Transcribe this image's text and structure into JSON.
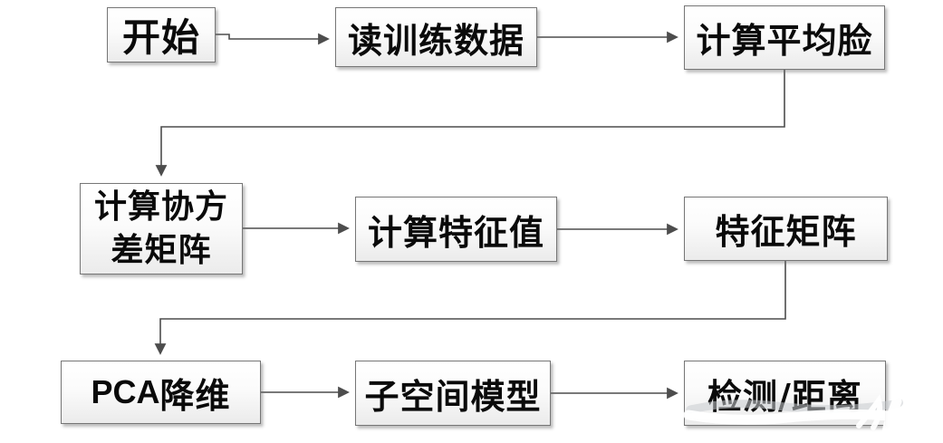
{
  "diagram": {
    "type": "flowchart",
    "language": "zh-CN",
    "topic": "PCA face-recognition training pipeline",
    "colors": {
      "line": "#4d4d4d",
      "box_border": "#767676",
      "box_fill_top": "#ffffff",
      "box_fill_bottom": "#ebebeb",
      "text": "#0a0a0a",
      "background": "#ffffff"
    },
    "nodes": [
      {
        "id": "start",
        "label": "开始"
      },
      {
        "id": "read-training-data",
        "label": "读训练数据"
      },
      {
        "id": "compute-mean-face",
        "label": "计算平均脸"
      },
      {
        "id": "compute-covariance-matrix",
        "label": "计算协方\n差矩阵"
      },
      {
        "id": "compute-eigenvalues",
        "label": "计算特征值"
      },
      {
        "id": "eigen-matrix",
        "label": "特征矩阵"
      },
      {
        "id": "pca-reduce",
        "label_prefix": "PCA",
        "label_suffix": "降维"
      },
      {
        "id": "subspace-model",
        "label": "子空间模型"
      },
      {
        "id": "detection-distance",
        "label": "检测/距离"
      }
    ],
    "edges": [
      {
        "from": "start",
        "to": "read-training-data"
      },
      {
        "from": "read-training-data",
        "to": "compute-mean-face"
      },
      {
        "from": "compute-mean-face",
        "to": "compute-covariance-matrix"
      },
      {
        "from": "compute-covariance-matrix",
        "to": "compute-eigenvalues"
      },
      {
        "from": "compute-eigenvalues",
        "to": "eigen-matrix"
      },
      {
        "from": "eigen-matrix",
        "to": "pca-reduce"
      },
      {
        "from": "pca-reduce",
        "to": "subspace-model"
      },
      {
        "from": "subspace-model",
        "to": "detection-distance"
      }
    ]
  }
}
